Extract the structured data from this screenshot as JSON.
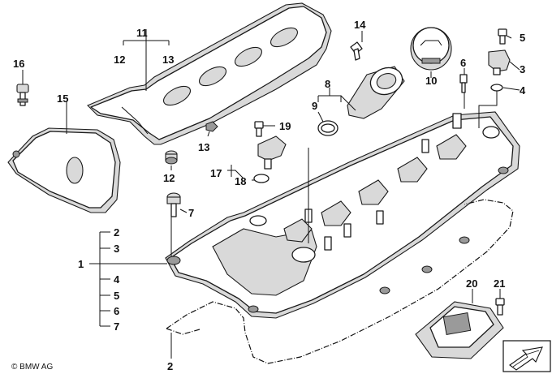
{
  "diagram": {
    "callouts": [
      "1",
      "2",
      "3",
      "4",
      "5",
      "6",
      "7",
      "8",
      "9",
      "10",
      "11",
      "12",
      "13",
      "14",
      "15",
      "16",
      "17",
      "18",
      "19",
      "20",
      "21"
    ],
    "bracket_group_1": [
      "2",
      "3",
      "4",
      "5",
      "6",
      "7"
    ],
    "copyright": "© BMW AG"
  },
  "colors": {
    "line": "#1a1a1a",
    "part_fill": "#ffffff",
    "part_shade": "#d9d9d9",
    "background": "#ffffff"
  },
  "icons": [
    "arrow-icon"
  ]
}
